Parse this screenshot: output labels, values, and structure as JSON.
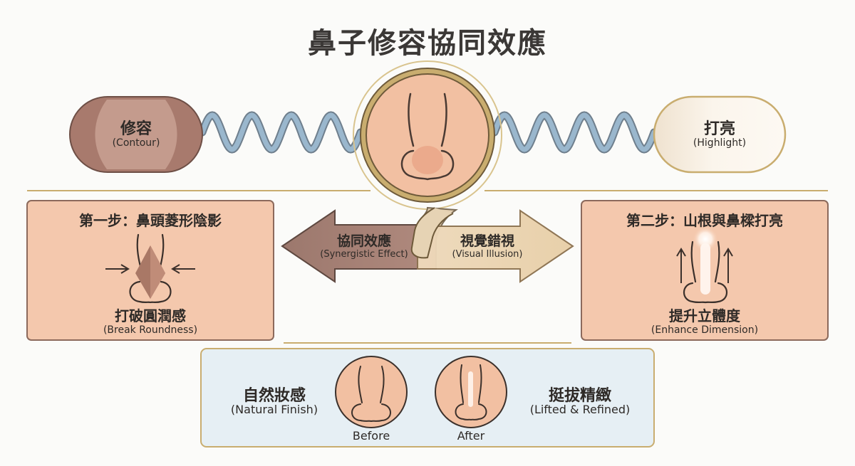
{
  "title": "鼻子修容協同效應",
  "contour": {
    "label": "修容",
    "sublabel": "(Contour)"
  },
  "highlight": {
    "label": "打亮",
    "sublabel": "(Highlight)"
  },
  "synergy_arrow": {
    "label": "協同效應",
    "sublabel": "(Synergistic Effect)"
  },
  "illusion_arrow": {
    "label": "視覺錯視",
    "sublabel": "(Visual Illusion)"
  },
  "step1": {
    "title": "第一步：鼻頭菱形陰影",
    "label": "打破圓潤感",
    "sublabel": "(Break Roundness)"
  },
  "step2": {
    "title": "第二步：山根與鼻樑打亮",
    "label": "提升立體度",
    "sublabel": "(Enhance Dimension)"
  },
  "result": {
    "before_label": "自然妝感",
    "before_sublabel": "(Natural Finish)",
    "after_label": "挺拔精緻",
    "after_sublabel": "(Lifted & Refined)",
    "before_caption": "Before",
    "after_caption": "After"
  },
  "colors": {
    "contour": "#a87a6d",
    "skin": "#f2c0a2",
    "panel": "#f4c8ad",
    "gold": "#c9ad6f",
    "wave": "#93b2cb",
    "result_panel": "#e6eff4"
  }
}
